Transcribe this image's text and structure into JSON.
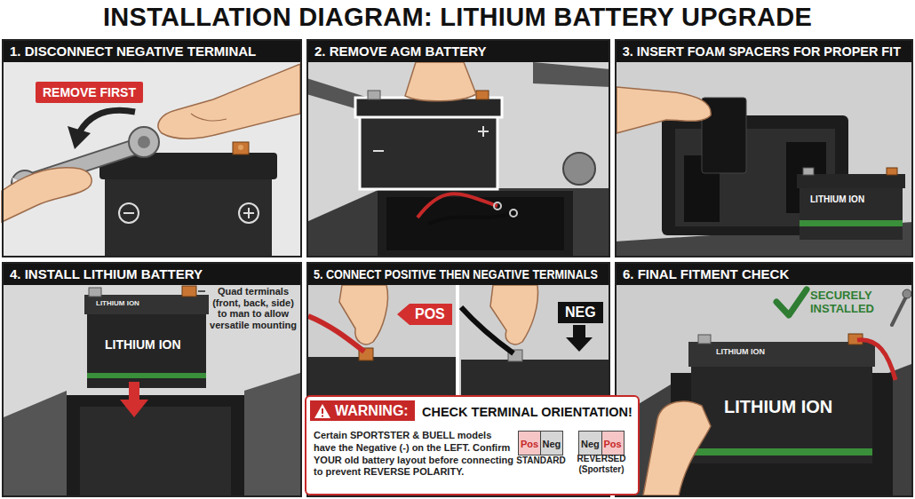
{
  "diagram": {
    "title": "INSTALLATION DIAGRAM: LITHIUM BATTERY UPGRADE",
    "nodes": [
      {
        "text": [
          "1. DISCONNECT NEGATIVE TERMINAL"
        ]
      },
      {
        "text": [
          "REMOVE FIRST"
        ],
        "in": 0
      },
      {
        "text": [
          "2. REMOVE AGM BATTERY"
        ]
      },
      {
        "text": [
          "3. INSERT FOAM SPACERS FOR PROPER FIT"
        ]
      },
      {
        "text": [
          "4. INSTALL LITHIUM BATTERY"
        ]
      },
      {
        "text": [
          "5. CONNECT POSITIVE THEN NEGATIVE TERMINALS"
        ]
      },
      {
        "text": [
          "POS"
        ],
        "in": 5
      },
      {
        "text": [
          "NEG"
        ],
        "in": 5
      },
      {
        "text": [
          "6. FINAL FITMENT CHECK"
        ]
      },
      {
        "text": [
          "WARNING:",
          "CHECK TERMINAL ORIENTATION!",
          "Certain SPORTSTER & BUELL models have the Negative (-) on the LEFT. Confirm YOUR old battery layout before connecting to prevent REVERSE POLARITY."
        ]
      },
      {
        "text": [
          "Pos"
        ],
        "in": 9
      },
      {
        "text": [
          "Neg"
        ],
        "in": 9
      },
      {
        "text": [
          "Neg"
        ],
        "in": 9
      },
      {
        "text": [
          "Pos"
        ],
        "in": 9
      }
    ],
    "labels": [
      "Quad terminals (front, back, side) to man to allow versatile mounting",
      "LITHIUM ION",
      "LITHIUM ION",
      "LITHIUM ION",
      "SECURELY INSTALLED",
      "LITHIUM ION",
      "LITHIUM ION",
      "STANDARD",
      "REVERSED (Sportster)"
    ]
  }
}
